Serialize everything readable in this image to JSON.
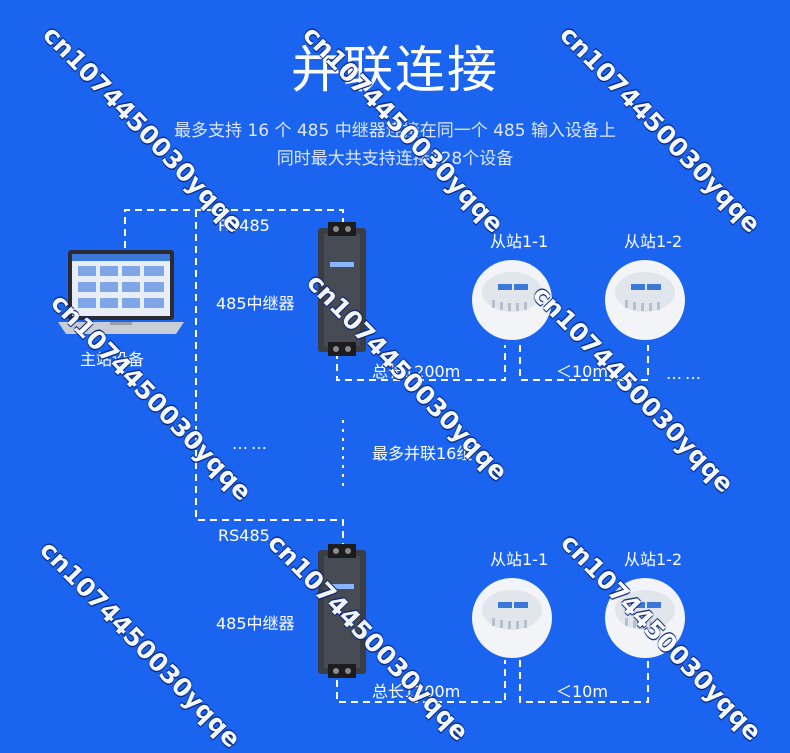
{
  "header": {
    "title": "并联连接",
    "subtitle_line1": "最多支持 16 个 485 中继器连接在同一个 485 输入设备上",
    "subtitle_line2": "同时最大共支持连接128个设备"
  },
  "host": {
    "label": "主站设备"
  },
  "group1": {
    "bus_label": "RS485",
    "repeater_label": "485中继器",
    "slave1_label": "从站1-1",
    "slave2_label": "从站1-2",
    "total_length": "总长1200m",
    "spacing": "＜10m"
  },
  "group2": {
    "bus_label": "RS485",
    "repeater_label": "485中继器",
    "slave1_label": "从站1-1",
    "slave2_label": "从站1-2",
    "total_length": "总长1200m",
    "spacing": "＜10m"
  },
  "middle": {
    "note": "最多并联16组",
    "ellipsis": "……"
  },
  "watermark": {
    "text": "cn1074450030yqqe"
  },
  "colors": {
    "background": "#1a64f0",
    "line": "#ffffff"
  }
}
